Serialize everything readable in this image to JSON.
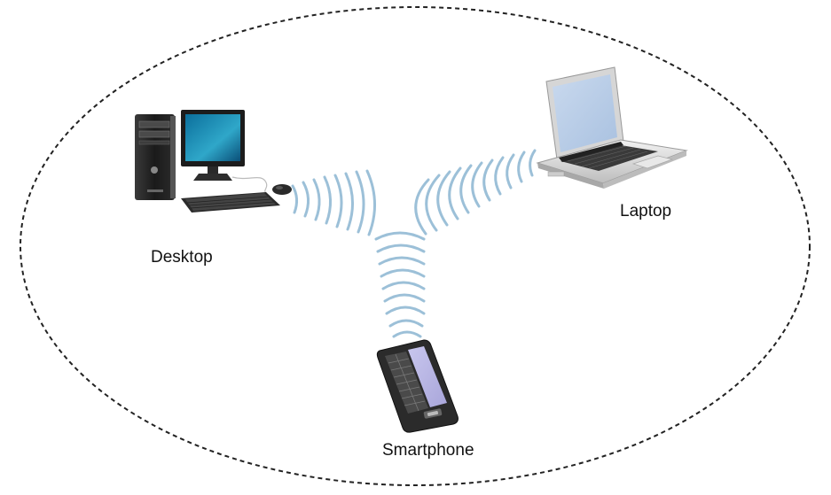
{
  "devices": [
    {
      "id": "desktop",
      "label": "Desktop",
      "icon": "desktop-computer-icon"
    },
    {
      "id": "laptop",
      "label": "Laptop",
      "icon": "laptop-icon"
    },
    {
      "id": "smartphone",
      "label": "Smartphone",
      "icon": "smartphone-icon"
    }
  ],
  "boundary": {
    "style": "dashed-ellipse"
  },
  "signal": {
    "icon": "wireless-signal-icon",
    "color": "#9cc0d8"
  }
}
